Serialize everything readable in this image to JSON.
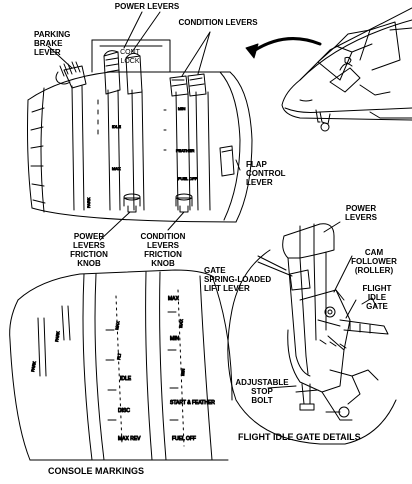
{
  "labels": {
    "power_levers_top": "POWER LEVERS",
    "condition_levers_top": "CONDITION LEVERS",
    "parking_brake_lever": "PARKING\nBRAKE\nLEVER",
    "cont_lock": "CONT\nLOCK",
    "flap_control_lever": "FLAP\nCONTROL\nLEVER",
    "power_levers_friction_knob": "POWER\nLEVERS\nFRICTION\nKNOB",
    "condition_levers_friction_knob": "CONDITION\nLEVERS\nFRICTION\nKNOB",
    "power_levers_detail": "POWER\nLEVERS",
    "gate_spring_loaded_lift_lever": "GATE\nSPRING-LOADED\nLIFT LEVER",
    "cam_follower_roller": "CAM\nFOLLOWER\n(ROLLER)",
    "flight_idle_gate": "FLIGHT\nIDLE\nGATE",
    "adjustable_stop_bolt": "ADJUSTABLE\nSTOP\nBOLT"
  },
  "captions": {
    "flight_idle_gate_details": "FLIGHT IDLE GATE DETAILS",
    "console_markings": "CONSOLE MARKINGS"
  },
  "console_markings": {
    "power_track_top": "MAX",
    "power_track_mid": "FLT",
    "power_track_idle": "IDLE",
    "power_track_disc": "DISC",
    "power_track_rev": "MAX\nREV",
    "condition_top": "MAX",
    "condition_min": "MIN",
    "condition_start": "START &\nFEATHER",
    "condition_fuel": "FUEL\nOFF",
    "brake_track": "PARK",
    "brake_track_bottom": "PARK"
  },
  "console_small": {
    "lever_track_1": "PARK",
    "lever_track_2": "IDLE",
    "lever_track_3": "MAX",
    "lever_track_4": "MIN",
    "lever_track_5": "FEATHER",
    "lever_track_6": "FUEL OFF"
  }
}
